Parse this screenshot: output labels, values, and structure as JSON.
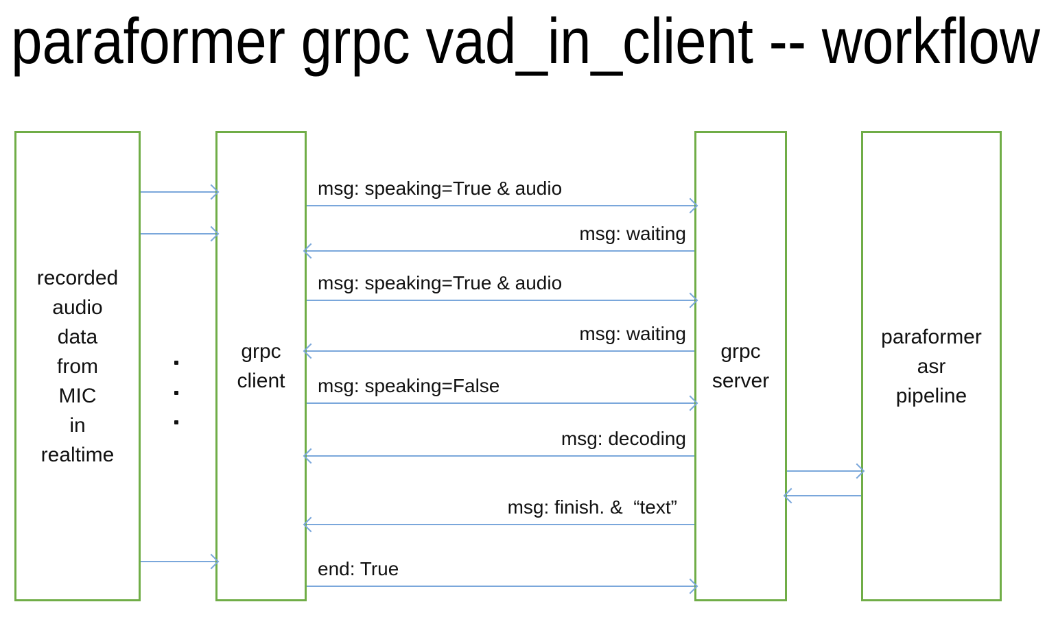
{
  "title": "paraformer grpc vad_in_client -- workflow",
  "colors": {
    "box_border": "#70AD47",
    "arrow": "#7AA7DB",
    "text": "#111111",
    "background": "#FFFFFF"
  },
  "boxes": {
    "recorder": {
      "lines": [
        "recorded",
        "audio",
        "data",
        "from",
        "MIC",
        "in",
        "realtime"
      ]
    },
    "client": {
      "lines": [
        "grpc",
        "client"
      ]
    },
    "server": {
      "lines": [
        "grpc",
        "server"
      ]
    },
    "pipeline": {
      "lines": [
        "paraformer",
        "asr",
        "pipeline"
      ]
    }
  },
  "messages": [
    {
      "label": "msg: speaking=True & audio",
      "direction": "right"
    },
    {
      "label": "msg: waiting",
      "direction": "left"
    },
    {
      "label": "msg: speaking=True & audio",
      "direction": "right"
    },
    {
      "label": "msg: waiting",
      "direction": "left"
    },
    {
      "label": "msg: speaking=False",
      "direction": "right"
    },
    {
      "label": "msg: decoding",
      "direction": "left"
    },
    {
      "label": "msg: finish. &  “text”",
      "direction": "left"
    },
    {
      "label": "end: True",
      "direction": "right"
    }
  ],
  "ellipsis": {
    "dots": 3
  }
}
